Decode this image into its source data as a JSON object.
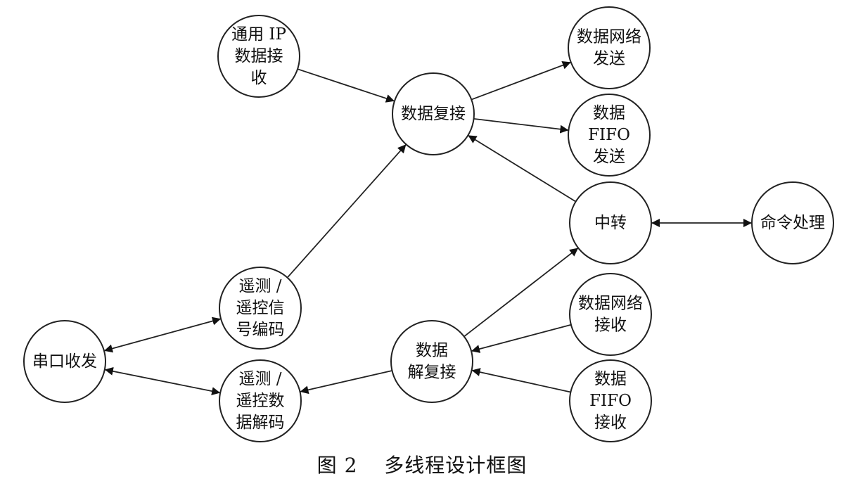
{
  "nodes": {
    "ip_recv": {
      "lines": [
        "通用 IP",
        "数据接",
        "收"
      ]
    },
    "mux": {
      "lines": [
        "数据复接"
      ]
    },
    "net_send": {
      "lines": [
        "数据网络",
        "发送"
      ]
    },
    "fifo_send": {
      "lines": [
        "数据",
        "FIFO",
        "发送"
      ]
    },
    "relay": {
      "lines": [
        "中转"
      ]
    },
    "cmd": {
      "lines": [
        "命令处理"
      ]
    },
    "tm_encode": {
      "lines": [
        "遥测 /",
        "遥控信",
        "号编码"
      ]
    },
    "serial": {
      "lines": [
        "串口收发"
      ]
    },
    "tm_decode": {
      "lines": [
        "遥测 /",
        "遥控数",
        "据解码"
      ]
    },
    "demux": {
      "lines": [
        "数据",
        "解复接"
      ]
    },
    "net_recv": {
      "lines": [
        "数据网络",
        "接收"
      ]
    },
    "fifo_recv": {
      "lines": [
        "数据",
        "FIFO",
        "接收"
      ]
    }
  },
  "edges": [
    {
      "from": "ip_recv",
      "to": "mux",
      "type": "directed"
    },
    {
      "from": "mux",
      "to": "net_send",
      "type": "directed"
    },
    {
      "from": "mux",
      "to": "fifo_send",
      "type": "directed"
    },
    {
      "from": "relay",
      "to": "mux",
      "type": "directed"
    },
    {
      "from": "relay",
      "to": "cmd",
      "type": "bidirectional"
    },
    {
      "from": "tm_encode",
      "to": "mux",
      "type": "directed"
    },
    {
      "from": "serial",
      "to": "tm_encode",
      "type": "bidirectional"
    },
    {
      "from": "serial",
      "to": "tm_decode",
      "type": "bidirectional"
    },
    {
      "from": "demux",
      "to": "relay",
      "type": "directed"
    },
    {
      "from": "demux",
      "to": "tm_decode",
      "type": "directed"
    },
    {
      "from": "net_recv",
      "to": "demux",
      "type": "directed"
    },
    {
      "from": "fifo_recv",
      "to": "demux",
      "type": "directed"
    }
  ],
  "caption": {
    "number": "图 2",
    "title": "多线程设计框图"
  }
}
